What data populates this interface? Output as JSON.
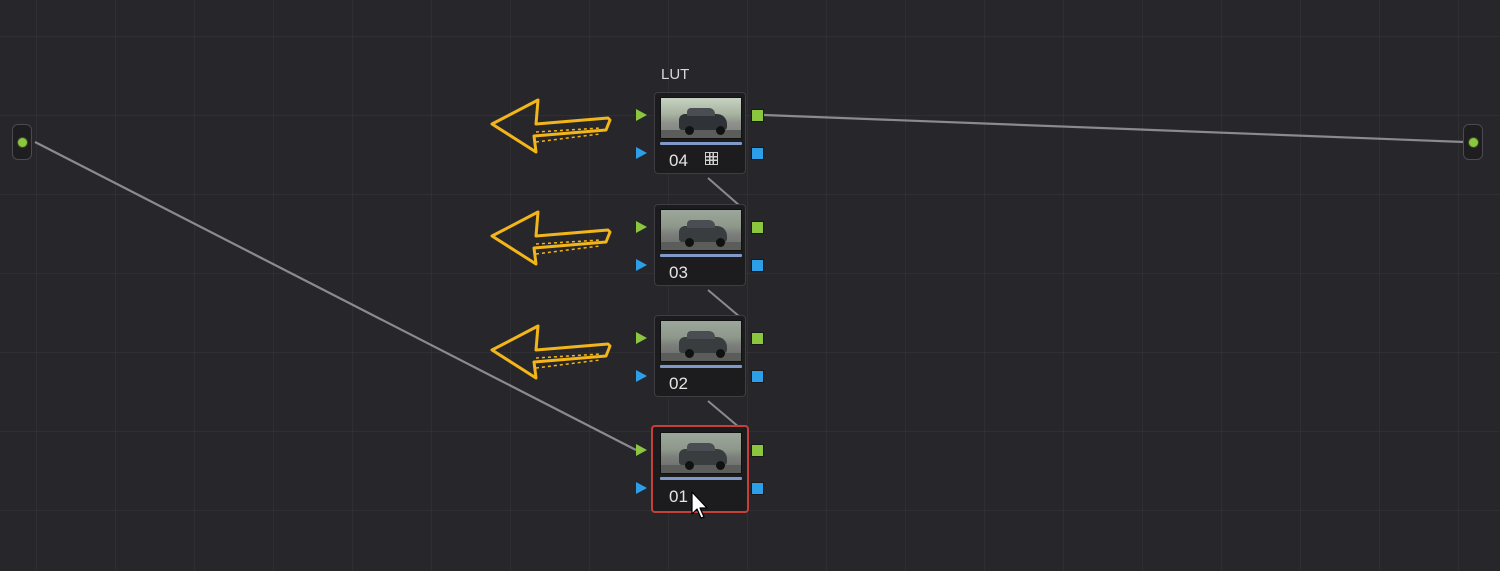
{
  "node_graph": {
    "lut_label": "LUT",
    "nodes": [
      {
        "number": "04",
        "has_lut_icon": true,
        "selected": false
      },
      {
        "number": "03",
        "has_lut_icon": false,
        "selected": false
      },
      {
        "number": "02",
        "has_lut_icon": false,
        "selected": false
      },
      {
        "number": "01",
        "has_lut_icon": false,
        "selected": true
      }
    ],
    "annotations": [
      "yellow-arrow-icon",
      "yellow-arrow-icon",
      "yellow-arrow-icon"
    ],
    "colors": {
      "background": "#27272b",
      "rgb_port": "#8bc63f",
      "key_port": "#2d9ee8",
      "selected_border": "#c6403a",
      "annotation_arrow": "#f2b51a"
    }
  }
}
